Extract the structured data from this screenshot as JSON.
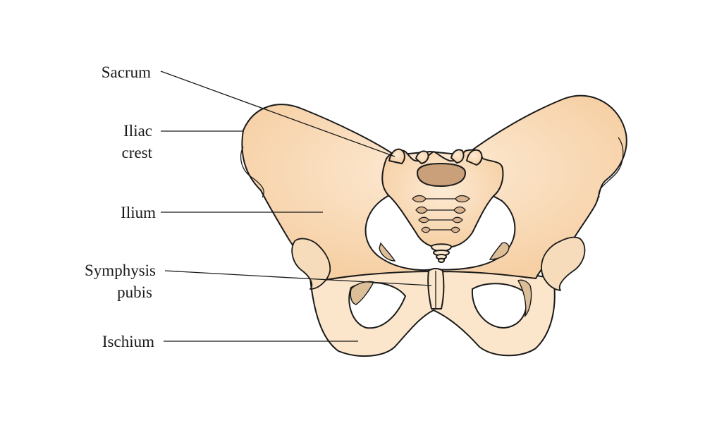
{
  "labels": {
    "sacrum": "Sacrum",
    "iliac_crest_line1": "Iliac",
    "iliac_crest_line2": "crest",
    "ilium": "Ilium",
    "symphysis_line1": "Symphysis",
    "symphysis_line2": "pubis",
    "ischium": "Ischium"
  },
  "colors": {
    "bone_light": "#fbe6cc",
    "bone_dark": "#f6cfa3",
    "disc": "#c9a07a",
    "outline": "#1a1a1a"
  }
}
